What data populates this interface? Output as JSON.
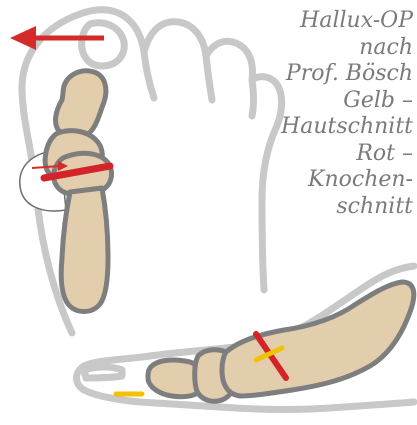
{
  "caption": {
    "lines": [
      "Hallux-OP",
      "nach",
      "Prof. Bösch",
      "Gelb –",
      "Hautschnitt",
      "Rot –",
      "Knochen-",
      "schnitt"
    ]
  },
  "colors": {
    "outline": "#c8c8c8",
    "bone_fill": "#e2ceac",
    "bone_stroke": "#7e7e7e",
    "bone_cut": "#d4242b",
    "arrow": "#d52a2a",
    "skin_cut": "#f2c200",
    "caption_text": "#7a7a7a"
  },
  "icons": {
    "correction_arrow": "arrow-left-icon",
    "shift_arrow": "arrow-right-icon"
  }
}
